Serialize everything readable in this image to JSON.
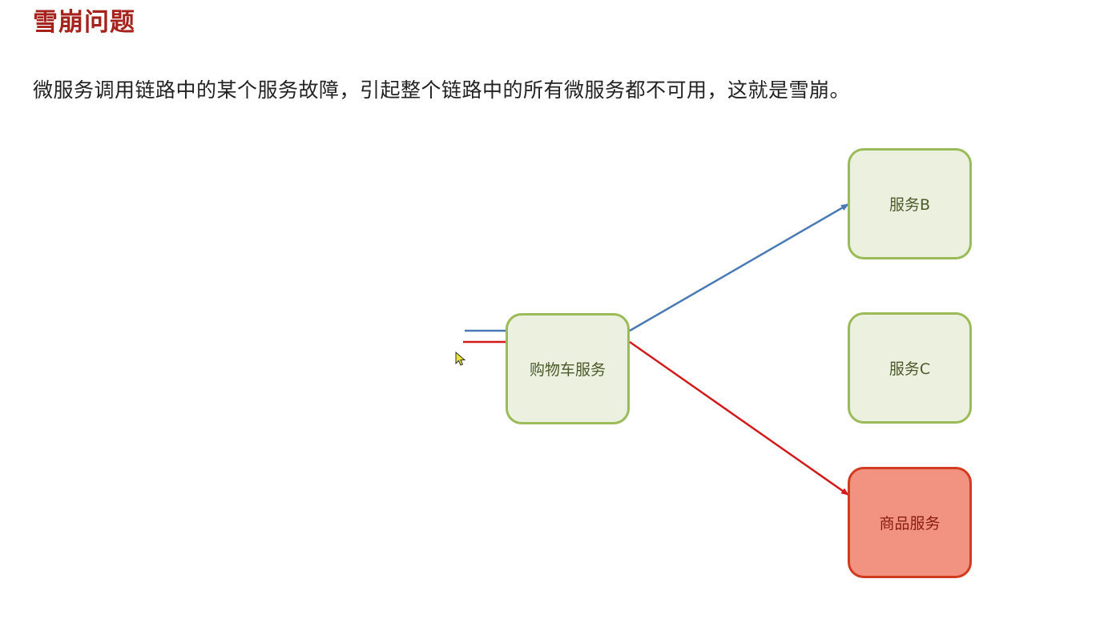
{
  "slide": {
    "title": "雪崩问题",
    "subtitle": "微服务调用链路中的某个服务故障，引起整个链路中的所有微服务都不可用，这就是雪崩。"
  },
  "diagram": {
    "nodes": {
      "cart": "购物车服务",
      "service_b": "服务B",
      "service_c": "服务C",
      "goods": "商品服务"
    },
    "colors": {
      "node_ok_fill": "#ebf1de",
      "node_ok_border": "#9bbb59",
      "node_fail_fill": "#f29381",
      "node_fail_border": "#d13b1f",
      "arrow_blue": "#4a7ab5",
      "arrow_red": "#d21a1a",
      "title": "#a5231d"
    },
    "edges": [
      {
        "from": "incoming",
        "to": "cart",
        "color": "blue"
      },
      {
        "from": "incoming",
        "to": "cart",
        "color": "red"
      },
      {
        "from": "cart",
        "to": "service_b",
        "color": "blue"
      },
      {
        "from": "cart",
        "to": "goods",
        "color": "red"
      }
    ]
  },
  "icons": {
    "cursor": "mouse-pointer-icon"
  }
}
